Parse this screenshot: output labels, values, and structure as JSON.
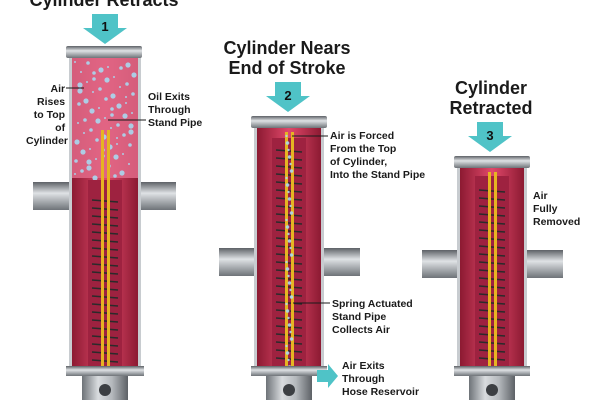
{
  "colors": {
    "oil_red": "#cf2f52",
    "oil_dark": "#8c1a32",
    "steel": "#9aa0a6",
    "steel_dark": "#55595e",
    "pipe_gold": "#e6b422",
    "arrow_teal": "#4fc3c7"
  },
  "stages": [
    {
      "step": "1",
      "title_lines": [
        "Cylinder Retracts"
      ],
      "labels": {
        "air": [
          "Air",
          "Rises",
          "to Top",
          "of",
          "Cylinder"
        ],
        "oil": [
          "Oil Exits",
          "Through",
          "Stand Pipe"
        ]
      }
    },
    {
      "step": "2",
      "title_lines": [
        "Cylinder Nears",
        "End of Stroke"
      ],
      "labels": {
        "air_forced": [
          "Air is Forced",
          "From the Top",
          "of Cylinder,",
          "Into the Stand Pipe"
        ],
        "spring": [
          "Spring Actuated",
          "Stand Pipe",
          "Collects Air"
        ],
        "air_exit": [
          "Air Exits",
          "Through",
          "Hose Reservoir"
        ]
      }
    },
    {
      "step": "3",
      "title_lines": [
        "Cylinder",
        "Retracted"
      ],
      "labels": {
        "air_removed": [
          "Air",
          "Fully",
          "Removed"
        ]
      }
    }
  ]
}
